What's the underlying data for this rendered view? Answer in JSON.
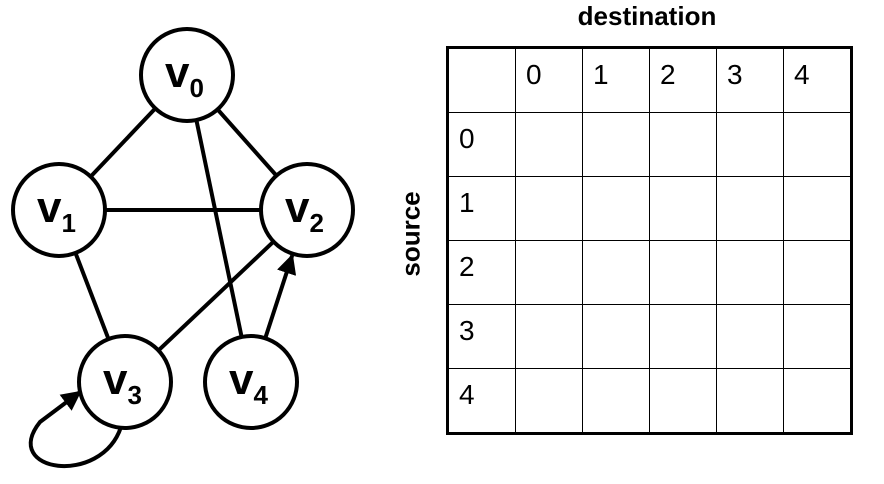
{
  "graph": {
    "nodes": [
      {
        "id": "v0",
        "base": "v",
        "sub": "0"
      },
      {
        "id": "v1",
        "base": "v",
        "sub": "1"
      },
      {
        "id": "v2",
        "base": "v",
        "sub": "2"
      },
      {
        "id": "v3",
        "base": "v",
        "sub": "3"
      },
      {
        "id": "v4",
        "base": "v",
        "sub": "4"
      }
    ],
    "edges": [
      {
        "from": "v0",
        "to": "v1",
        "directed": false
      },
      {
        "from": "v0",
        "to": "v2",
        "directed": false
      },
      {
        "from": "v0",
        "to": "v4",
        "directed": false
      },
      {
        "from": "v1",
        "to": "v2",
        "directed": false
      },
      {
        "from": "v1",
        "to": "v3",
        "directed": false
      },
      {
        "from": "v3",
        "to": "v2",
        "directed": false
      },
      {
        "from": "v4",
        "to": "v2",
        "directed": true
      },
      {
        "from": "v3",
        "to": "v3",
        "directed": true
      }
    ]
  },
  "table": {
    "column_axis_label": "destination",
    "row_axis_label": "source",
    "column_headers": [
      "0",
      "1",
      "2",
      "3",
      "4"
    ],
    "row_headers": [
      "0",
      "1",
      "2",
      "3",
      "4"
    ]
  }
}
